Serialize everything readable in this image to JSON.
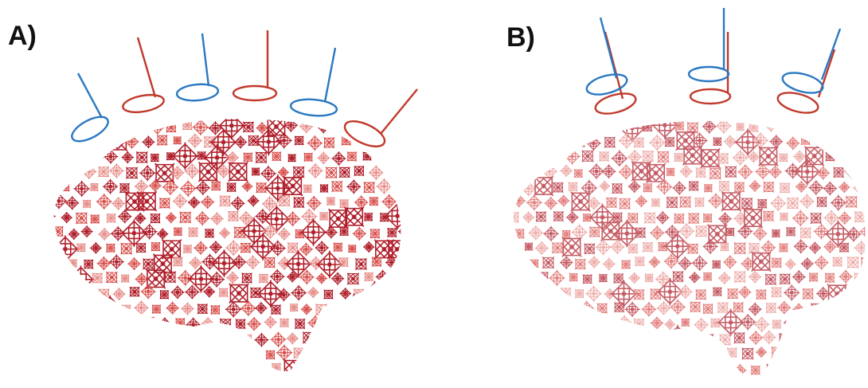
{
  "panels": {
    "a": {
      "label": "A)"
    },
    "b": {
      "label": "B)"
    }
  },
  "colors": {
    "coil_blue": "#2a78c2",
    "coil_red": "#c0392b",
    "ornament_dark": "#b01e2a",
    "ornament_mid": "#d9534f",
    "ornament_light": "#e8908c"
  },
  "icons": {
    "coil": "tms-coil-icon",
    "brain": "brain-silhouette",
    "ornament": "embroidery-motif-icon"
  }
}
